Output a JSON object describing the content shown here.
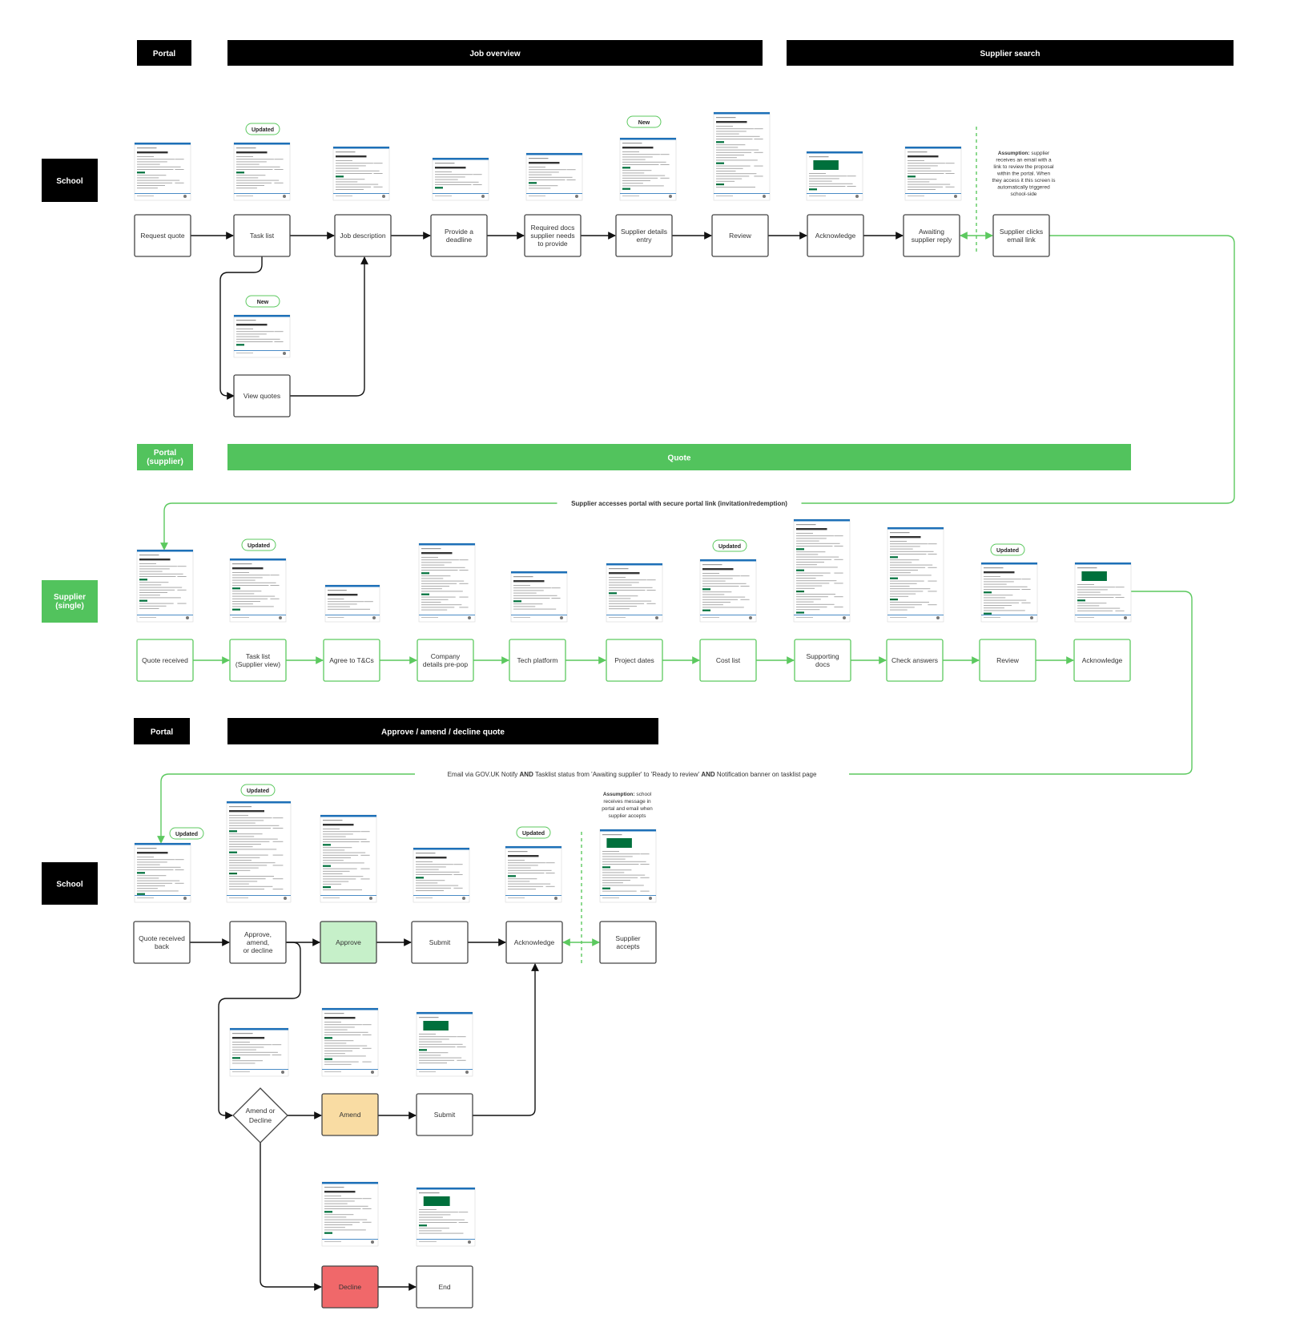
{
  "sections": {
    "portal_1": "Portal",
    "job_overview": "Job overview",
    "supplier_search": "Supplier search",
    "portal_supplier": [
      "Portal",
      "(supplier)"
    ],
    "quote": "Quote",
    "portal_2": "Portal",
    "approve_amend_decline": "Approve / amend / decline quote"
  },
  "lanes": {
    "school_1": "School",
    "supplier_single": [
      "Supplier",
      "(single)"
    ],
    "school_2": "School"
  },
  "tags": {
    "updated": "Updated",
    "new": "New"
  },
  "flow1": {
    "steps": [
      {
        "id": "request-quote",
        "label": [
          "Request quote"
        ]
      },
      {
        "id": "task-list",
        "label": [
          "Task list"
        ],
        "tag": "Updated"
      },
      {
        "id": "job-description",
        "label": [
          "Job description"
        ]
      },
      {
        "id": "provide-deadline",
        "label": [
          "Provide a",
          "deadline"
        ]
      },
      {
        "id": "required-docs",
        "label": [
          "Required docs",
          "supplier needs",
          "to provide"
        ]
      },
      {
        "id": "supplier-details-entry",
        "label": [
          "Supplier details",
          "entry"
        ],
        "tag": "New"
      },
      {
        "id": "review",
        "label": [
          "Review"
        ]
      },
      {
        "id": "acknowledge",
        "label": [
          "Acknowledge"
        ]
      },
      {
        "id": "awaiting-supplier-reply",
        "label": [
          "Awaiting",
          "supplier reply"
        ]
      },
      {
        "id": "supplier-clicks-email-link",
        "label": [
          "Supplier clicks",
          "email link"
        ]
      }
    ],
    "branch": {
      "id": "view-quotes",
      "label": [
        "View quotes"
      ],
      "tag": "New"
    },
    "assumption": {
      "bold": "Assumption:",
      "lines": [
        "Assumption: supplier",
        "receives an email with a",
        "link to review the proposal",
        "within the portal. When",
        "they access it this screen is",
        "automatically triggered",
        "school-side"
      ]
    }
  },
  "connector_1": "Supplier accesses portal with secure portal link (invitation/redemption)",
  "flow2": {
    "steps": [
      {
        "id": "quote-received",
        "label": [
          "Quote received"
        ]
      },
      {
        "id": "task-list-supplier",
        "label": [
          "Task list",
          "(Supplier view)"
        ],
        "tag": "Updated"
      },
      {
        "id": "agree-tcs",
        "label": [
          "Agree to T&Cs"
        ]
      },
      {
        "id": "company-details",
        "label": [
          "Company",
          "details pre-pop"
        ]
      },
      {
        "id": "tech-platform",
        "label": [
          "Tech platform"
        ]
      },
      {
        "id": "project-dates",
        "label": [
          "Project dates"
        ]
      },
      {
        "id": "cost-list",
        "label": [
          "Cost list"
        ],
        "tag": "Updated"
      },
      {
        "id": "supporting-docs",
        "label": [
          "Supporting",
          "docs"
        ]
      },
      {
        "id": "check-answers",
        "label": [
          "Check answers"
        ]
      },
      {
        "id": "review-supplier",
        "label": [
          "Review"
        ],
        "tag": "Updated"
      },
      {
        "id": "acknowledge-supplier",
        "label": [
          "Acknowledge"
        ]
      }
    ]
  },
  "connector_2": {
    "parts": [
      "Email via GOV.UK Notify ",
      "AND",
      " Tasklist status from 'Awaiting supplier' to 'Ready to review' ",
      "AND",
      " Notification banner on tasklist page"
    ]
  },
  "flow3": {
    "steps": [
      {
        "id": "quote-received-back",
        "label": [
          "Quote received",
          "back"
        ],
        "tag": "Updated"
      },
      {
        "id": "approve-amend-decline",
        "label": [
          "Approve,",
          "amend,",
          "or decline"
        ],
        "tag": "Updated"
      },
      {
        "id": "approve",
        "label": [
          "Approve"
        ]
      },
      {
        "id": "submit",
        "label": [
          "Submit"
        ]
      },
      {
        "id": "acknowledge-school",
        "label": [
          "Acknowledge"
        ],
        "tag": "Updated"
      },
      {
        "id": "supplier-accepts",
        "label": [
          "Supplier",
          "accepts"
        ]
      }
    ],
    "decision": {
      "id": "amend-or-decline",
      "label": [
        "Amend or",
        "Decline"
      ]
    },
    "amend": {
      "id": "amend",
      "label": [
        "Amend"
      ]
    },
    "submit_amend": {
      "id": "submit-amend",
      "label": [
        "Submit"
      ]
    },
    "decline": {
      "id": "decline",
      "label": [
        "Decline"
      ]
    },
    "end": {
      "id": "end",
      "label": [
        "End"
      ]
    },
    "assumption": {
      "bold": "Assumption:",
      "lines": [
        "Assumption: school",
        "receives message in",
        "portal and email when",
        "supplier accepts"
      ]
    }
  },
  "colors": {
    "black": "#000000",
    "green": "#52c35d",
    "green_line": "#5cc95f",
    "approve_fill": "#c6f0c9",
    "amend_fill": "#f9dca3",
    "decline_fill": "#f0686a",
    "govuk_blue": "#1d70b8",
    "govuk_green": "#00703c"
  }
}
